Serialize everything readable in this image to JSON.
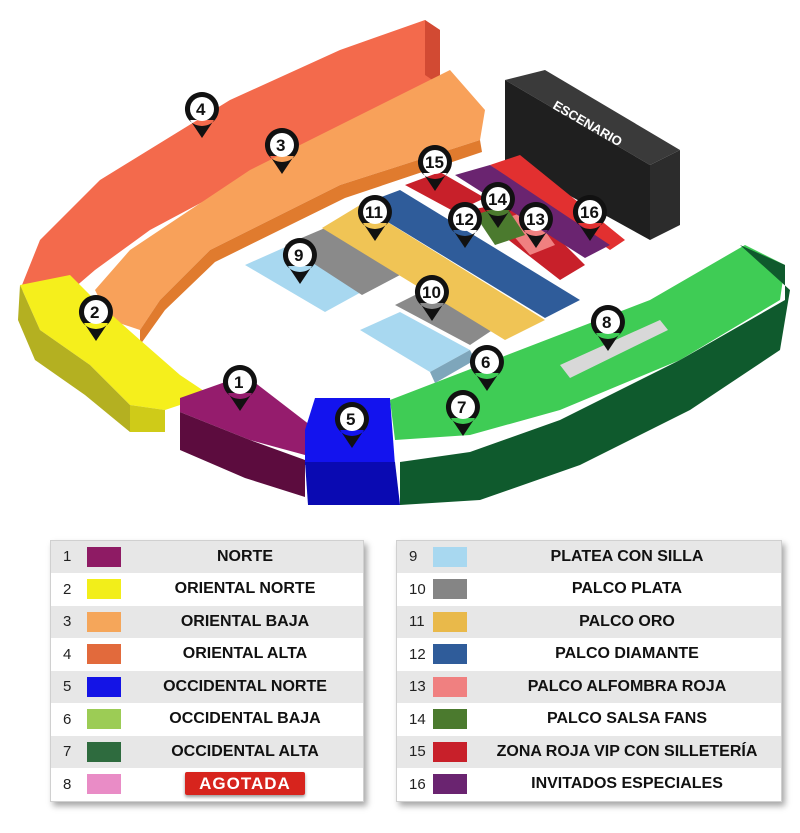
{
  "stage_label": "ESCENARIO",
  "sold_out_label": "AGOTADA",
  "zones": [
    {
      "num": "1",
      "name": "NORTE",
      "color": "#8e1b64"
    },
    {
      "num": "2",
      "name": "ORIENTAL NORTE",
      "color": "#f2ee1a"
    },
    {
      "num": "3",
      "name": "ORIENTAL BAJA",
      "color": "#f5a65a"
    },
    {
      "num": "4",
      "name": "ORIENTAL ALTA",
      "color": "#e26a3c"
    },
    {
      "num": "5",
      "name": "OCCIDENTAL NORTE",
      "color": "#1414e6"
    },
    {
      "num": "6",
      "name": "OCCIDENTAL BAJA",
      "color": "#9ccc55"
    },
    {
      "num": "7",
      "name": "OCCIDENTAL ALTA",
      "color": "#2e6b3e"
    },
    {
      "num": "8",
      "name": "",
      "color": "#e98cc6",
      "sold_out": true
    },
    {
      "num": "9",
      "name": "PLATEA CON SILLA",
      "color": "#a8d8f0"
    },
    {
      "num": "10",
      "name": "PALCO PLATA",
      "color": "#858585"
    },
    {
      "num": "11",
      "name": "PALCO ORO",
      "color": "#e9b94a"
    },
    {
      "num": "12",
      "name": "PALCO DIAMANTE",
      "color": "#2f5c9a"
    },
    {
      "num": "13",
      "name": "PALCO ALFOMBRA ROJA",
      "color": "#f08080"
    },
    {
      "num": "14",
      "name": "PALCO SALSA FANS",
      "color": "#4b7a2e"
    },
    {
      "num": "15",
      "name": "ZONA ROJA VIP CON SILLETERÍA",
      "color": "#c8202a"
    },
    {
      "num": "16",
      "name": "INVITADOS ESPECIALES",
      "color": "#6a2470"
    }
  ]
}
